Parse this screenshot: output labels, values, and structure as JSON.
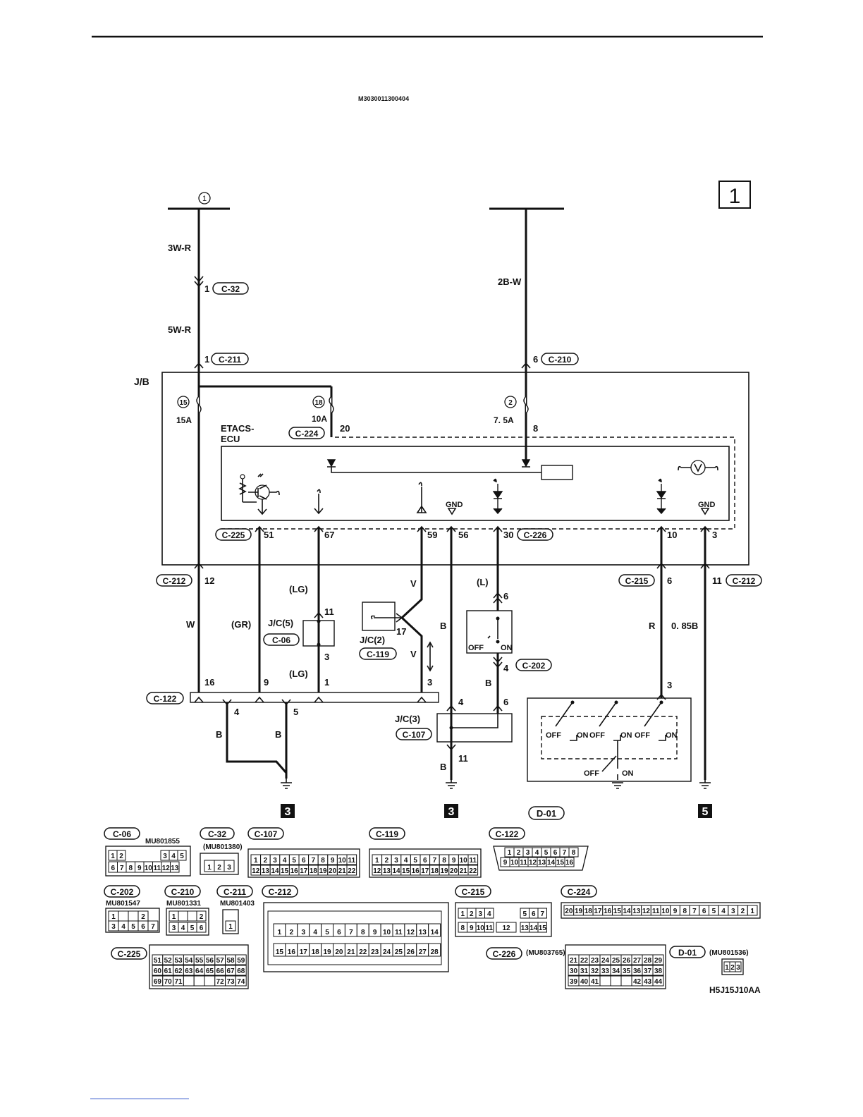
{
  "doc_code": "M3030011300404",
  "sheet_number": "1",
  "figure_code": "H5J15J10AA",
  "top_circle_label": "1",
  "jb_label": "J/B",
  "ecu_label": [
    "ETACS-",
    "ECU"
  ],
  "gnd": "GND",
  "wires": {
    "w3wr": "3W-R",
    "w5wr": "5W-R",
    "w2bw": "2B-W",
    "w_w": "W",
    "w_gr": "(GR)",
    "w_lg1": "(LG)",
    "w_lg2": "(LG)",
    "w_v1": "V",
    "w_v2": "V",
    "w_b1": "B",
    "w_l": "(L)",
    "w_b2": "B",
    "w_r": "R",
    "w_085b": "0. 85B",
    "w_b3": "B",
    "w_b4": "B",
    "w_b5": "B"
  },
  "fuses": [
    {
      "num": "15",
      "amp": "15A"
    },
    {
      "num": "18",
      "amp": "10A"
    },
    {
      "num": "2",
      "amp": "7. 5A"
    }
  ],
  "connector_tags": {
    "c32": "C-32",
    "c211": "C-211",
    "c210": "C-210",
    "c224": "C-224",
    "c225": "C-225",
    "c226": "C-226",
    "c212a": "C-212",
    "c215": "C-215",
    "c212b": "C-212",
    "c06": "C-06",
    "c119": "C-119",
    "c202": "C-202",
    "c122": "C-122",
    "c107": "C-107",
    "d01": "D-01"
  },
  "junction_labels": {
    "jc5": "J/C(5)",
    "jc2": "J/C(2)",
    "jc3": "J/C(3)"
  },
  "pins": {
    "p1a": "1",
    "p1b": "1",
    "p6": "6",
    "p20": "20",
    "p8": "8",
    "p51": "51",
    "p67": "67",
    "p59": "59",
    "p56": "56",
    "p30": "30",
    "p10": "10",
    "p3": "3",
    "p12": "12",
    "p6b": "6",
    "p11": "11",
    "p11b": "11",
    "p3b": "3",
    "p17": "17",
    "p6c": "6",
    "p4": "4",
    "p16": "16",
    "p9": "9",
    "p1c": "1",
    "p3c": "3",
    "p4b": "4",
    "p5": "5",
    "p4c": "4",
    "p6d": "6",
    "p11c": "11",
    "p3d": "3"
  },
  "switch_labels": {
    "off": "OFF",
    "on": "ON"
  },
  "ground_refs": [
    "3",
    "3",
    "5"
  ],
  "connector_views": [
    {
      "tag": "C-06",
      "part": "MU801855"
    },
    {
      "tag": "C-32",
      "part": "(MU801380)"
    },
    {
      "tag": "C-107",
      "part": ""
    },
    {
      "tag": "C-119",
      "part": ""
    },
    {
      "tag": "C-122",
      "part": ""
    },
    {
      "tag": "C-202",
      "part": "MU801547"
    },
    {
      "tag": "C-210",
      "part": "MU801331"
    },
    {
      "tag": "C-211",
      "part": "MU801403"
    },
    {
      "tag": "C-212",
      "part": ""
    },
    {
      "tag": "C-215",
      "part": ""
    },
    {
      "tag": "C-224",
      "part": ""
    },
    {
      "tag": "C-225",
      "part": ""
    },
    {
      "tag": "C-226",
      "part": "(MU803765)"
    },
    {
      "tag": "D-01",
      "part": "(MU801536)"
    }
  ]
}
